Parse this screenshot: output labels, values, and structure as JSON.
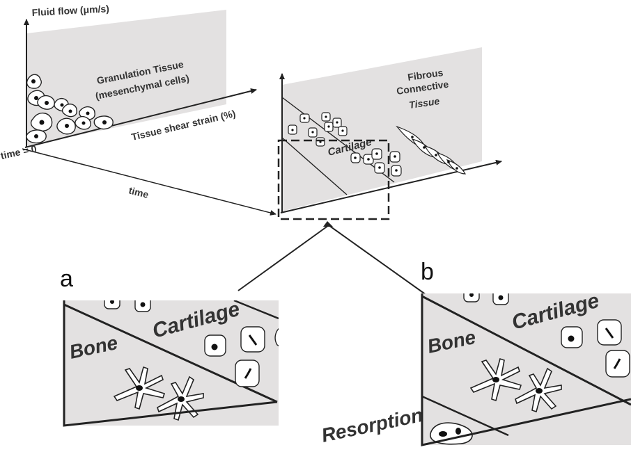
{
  "colors": {
    "plane": "#e3e1e1",
    "ink": "#222222",
    "text": "#333333"
  },
  "diagram_data": {
    "axes": {
      "fluid_flow": "Fluid flow (μm/s)",
      "shear_strain": "Tissue shear strain (%)",
      "time_zero": "time = 0",
      "time": "time"
    },
    "tissues": {
      "granulation_line1": "Granulation Tissue",
      "granulation_line2": "(mesenchymal cells)",
      "fibrous_line1": "Fibrous",
      "fibrous_line2": "Connective",
      "fibrous_line3": "Tissue",
      "cartilage_small": "Cartilage"
    },
    "panel_a": {
      "letter": "a",
      "bone": "Bone",
      "cartilage": "Cartilage"
    },
    "panel_b": {
      "letter": "b",
      "bone": "Bone",
      "cartilage": "Cartilage",
      "resorption": "Resorption"
    }
  }
}
